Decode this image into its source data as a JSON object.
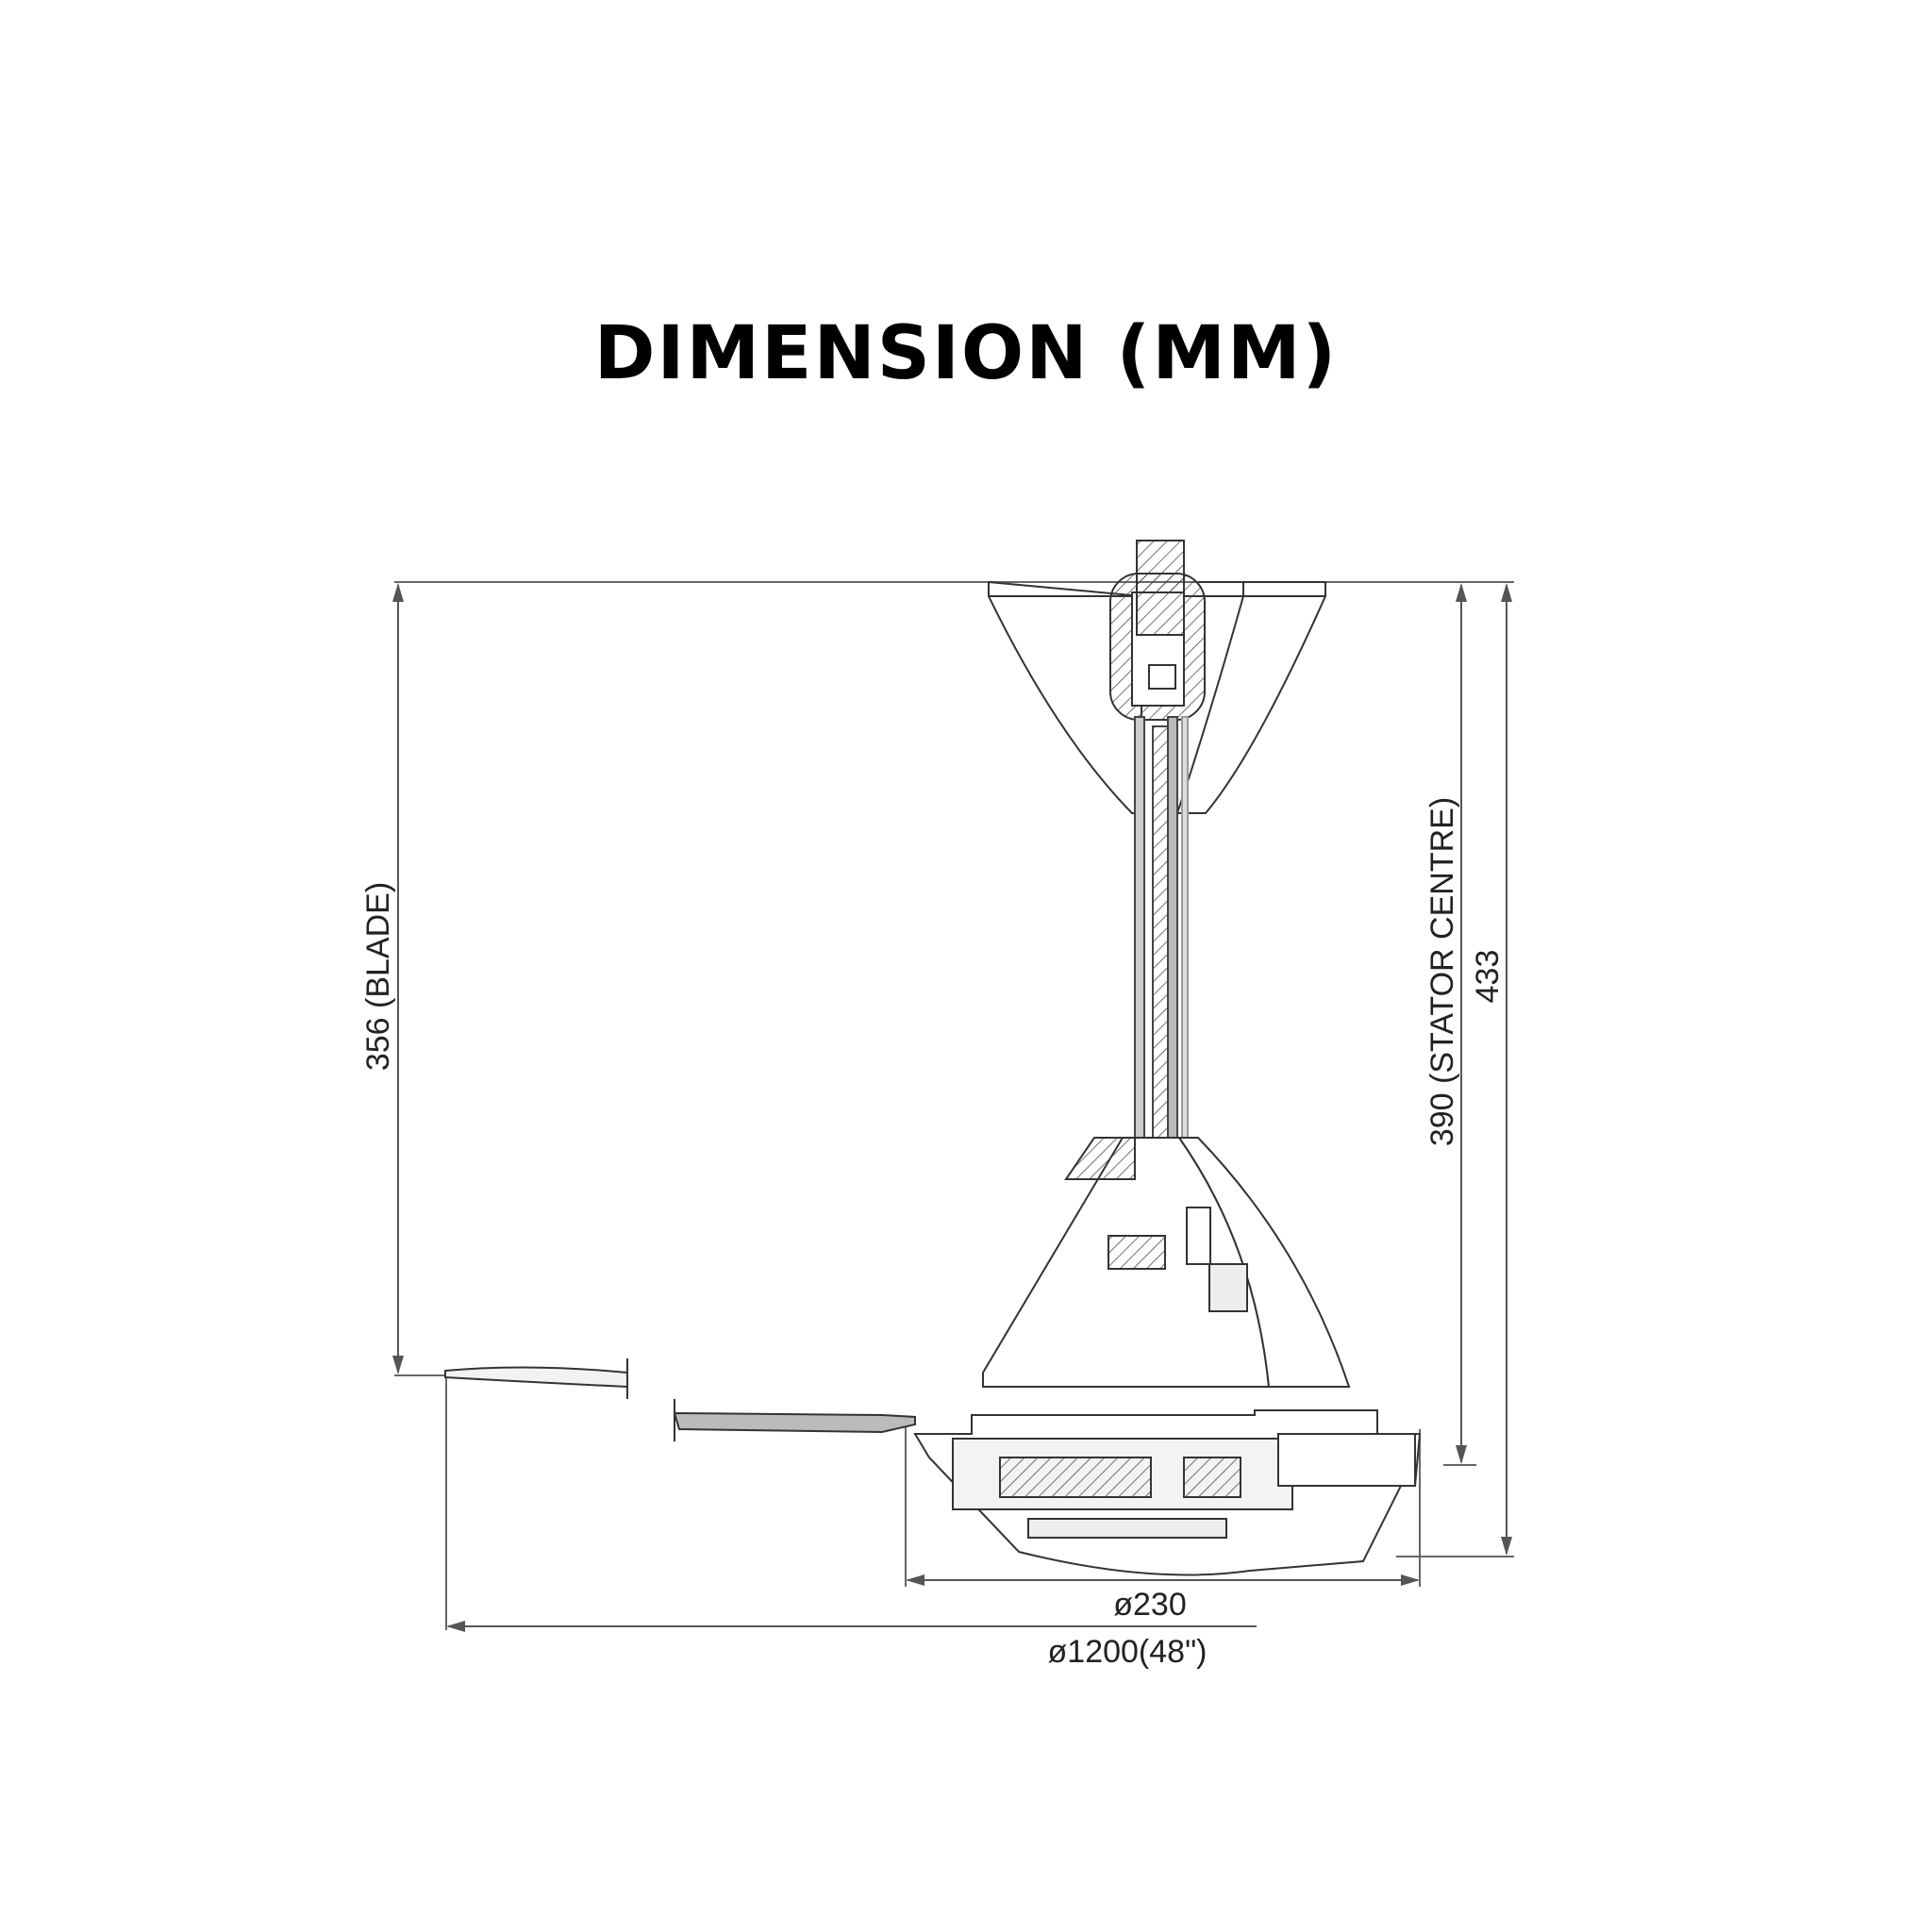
{
  "title": "DIMENSION (MM)",
  "colors": {
    "background": "#ffffff",
    "line": "#555555",
    "text": "#000000"
  },
  "dimensions": {
    "blade_height": {
      "label": "356 (BLADE)",
      "value_mm": 356
    },
    "stator_centre_height": {
      "label": "390 (STATOR CENTRE)",
      "value_mm": 390
    },
    "overall_height": {
      "label": "433",
      "value_mm": 433
    },
    "motor_diameter": {
      "label": "ø230",
      "value_mm": 230
    },
    "sweep_diameter": {
      "label": "ø1200(48\")",
      "value_mm": 1200,
      "value_in": 48
    }
  },
  "components": [
    "ceiling-canopy",
    "downrod",
    "upper-motor-cover",
    "motor-housing",
    "blade"
  ]
}
